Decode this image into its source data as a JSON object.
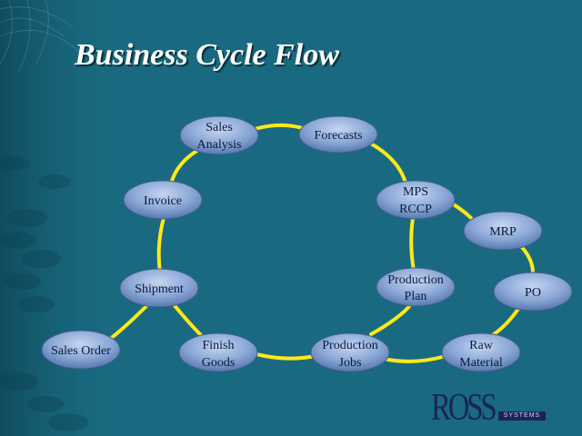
{
  "title": "Business Cycle Flow",
  "colors": {
    "background": "#196a80",
    "connector": "#ffe81a",
    "node_fill": "#8aa7d6",
    "title": "#ffffff"
  },
  "nodes": {
    "sales_analysis": {
      "lines": [
        "Sales",
        "Analysis"
      ]
    },
    "forecasts": {
      "lines": [
        "Forecasts"
      ]
    },
    "invoice": {
      "lines": [
        "Invoice"
      ]
    },
    "mps_rccp": {
      "lines": [
        "MPS",
        "RCCP"
      ]
    },
    "mrp": {
      "lines": [
        "MRP"
      ]
    },
    "shipment": {
      "lines": [
        "Shipment"
      ]
    },
    "production_plan": {
      "lines": [
        "Production",
        "Plan"
      ]
    },
    "po": {
      "lines": [
        "PO"
      ]
    },
    "sales_order": {
      "lines": [
        "Sales Order"
      ]
    },
    "finish_goods": {
      "lines": [
        "Finish",
        "Goods"
      ]
    },
    "production_jobs": {
      "lines": [
        "Production",
        "Jobs"
      ]
    },
    "raw_material": {
      "lines": [
        "Raw",
        "Material"
      ]
    }
  },
  "logo": {
    "word": "ROSS",
    "sub": "SYSTEMS"
  }
}
